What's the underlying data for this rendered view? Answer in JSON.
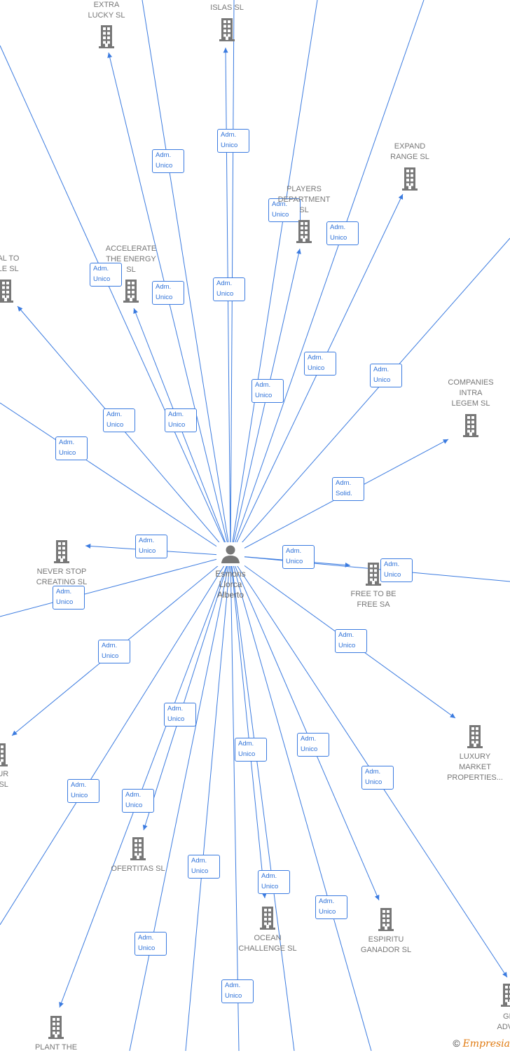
{
  "center": {
    "name": [
      "Esmoris",
      "Llorca",
      "Alberto"
    ],
    "icon": "person-icon"
  },
  "companies": [
    {
      "name": [
        "EXTRA",
        "LUCKY  SL"
      ],
      "icon": "building-icon"
    },
    {
      "name": [
        "ISLAS  SL"
      ],
      "icon": "building-icon"
    },
    {
      "name": [
        "EXPAND",
        "RANGE  SL"
      ],
      "icon": "building-icon"
    },
    {
      "name": [
        "PLAYERS",
        "DEPARTMENT",
        "SL"
      ],
      "icon": "building-icon"
    },
    {
      "name": [
        "ACCELERATE",
        "THE ENERGY",
        "SL"
      ],
      "icon": "building-icon"
    },
    {
      "name": [
        "DAL TO",
        "ALE  SL"
      ],
      "icon": "building-icon"
    },
    {
      "name": [
        "COMPANIES",
        "INTRA",
        "LEGEM SL"
      ],
      "icon": "building-icon"
    },
    {
      "name": [
        "NEVER STOP",
        "CREATING  SL"
      ],
      "icon": "building-icon"
    },
    {
      "name": [
        "FREE TO BE",
        "FREE SA"
      ],
      "icon": "building-icon"
    },
    {
      "name": [
        "OUR",
        "E  SL"
      ],
      "icon": "building-icon"
    },
    {
      "name": [
        "LUXURY",
        "MARKET",
        "PROPERTIES..."
      ],
      "icon": "building-icon"
    },
    {
      "name": [
        "OFERTITAS  SL"
      ],
      "icon": "building-icon"
    },
    {
      "name": [
        "OCEAN",
        "CHALLENGE  SL"
      ],
      "icon": "building-icon"
    },
    {
      "name": [
        "ESPIRITU",
        "GANADOR SL"
      ],
      "icon": "building-icon"
    },
    {
      "name": [
        "PLANT THE"
      ],
      "icon": "building-icon"
    },
    {
      "name": [
        "GE",
        "ADVIS"
      ],
      "icon": "building-icon"
    }
  ],
  "relations": [
    [
      "Adm.",
      "Unico"
    ],
    [
      "Adm.",
      "Unico"
    ],
    [
      "Adm.",
      "Unico"
    ],
    [
      "Adm.",
      "Unico"
    ],
    [
      "Adm.",
      "Unico"
    ],
    [
      "Adm.",
      "Unico"
    ],
    [
      "Adm.",
      "Unico"
    ],
    [
      "Adm.",
      "Unico"
    ],
    [
      "Adm.",
      "Unico"
    ],
    [
      "Adm.",
      "Unico"
    ],
    [
      "Adm.",
      "Solid."
    ],
    [
      "Adm.",
      "Unico"
    ],
    [
      "Adm.",
      "Unico"
    ],
    [
      "Adm.",
      "Unico"
    ],
    [
      "Adm.",
      "Unico"
    ],
    [
      "Adm.",
      "Unico"
    ],
    [
      "Adm.",
      "Unico"
    ],
    [
      "Adm.",
      "Unico"
    ],
    [
      "Adm.",
      "Unico"
    ],
    [
      "Adm.",
      "Unico"
    ],
    [
      "Adm.",
      "Unico"
    ],
    [
      "Adm.",
      "Unico"
    ],
    [
      "Adm.",
      "Unico"
    ],
    [
      "Adm.",
      "Unico"
    ],
    [
      "Adm.",
      "Unico"
    ],
    [
      "Adm.",
      "Unico"
    ],
    [
      "Adm.",
      "Unico"
    ],
    [
      "Adm.",
      "Unico"
    ],
    [
      "Adm.",
      "Unico"
    ],
    [
      "Adm.",
      "Unico"
    ]
  ],
  "colors": {
    "edge": "#3b7be0",
    "node": "#777777",
    "brand": "#e07a10"
  },
  "footer": {
    "copyright": "©",
    "brand": "Empresia"
  }
}
